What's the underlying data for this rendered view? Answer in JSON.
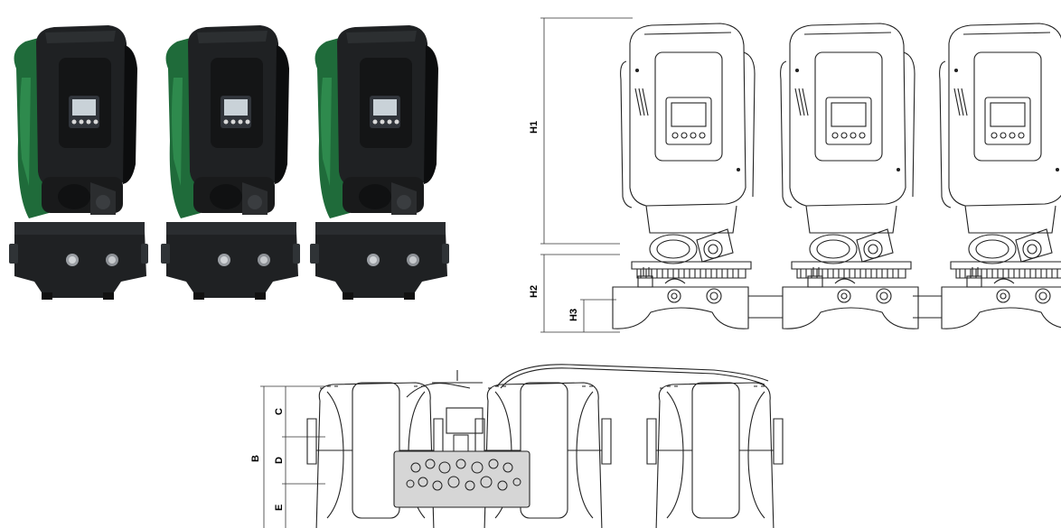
{
  "dimension_labels": {
    "front": {
      "h1": "H1",
      "h2": "H2",
      "h3": "H3"
    },
    "top": {
      "b": "B",
      "c": "C",
      "d": "D",
      "e": "E"
    }
  },
  "pump_count": 3,
  "colors": {
    "body_dark": "#1f2123",
    "body_shadow": "#0c0d0e",
    "accent_green": "#1f6b3a",
    "accent_green_light": "#2e8a4d",
    "screen": "#c9d2d8",
    "line": "#222222",
    "module_fill": "#d6d6d6"
  }
}
